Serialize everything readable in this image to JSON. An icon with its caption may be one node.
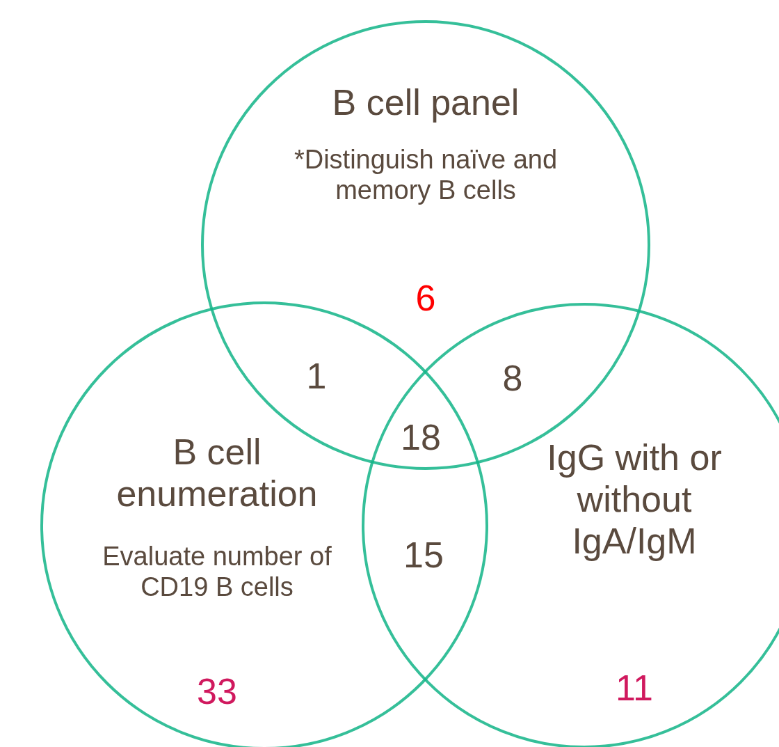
{
  "diagram": {
    "nodes": [
      {
        "text": [
          "B cell panel",
          "*Distinguish naïve and memory B cells"
        ]
      },
      {
        "text": [
          "B cell enumeration",
          "Evaluate number of CD19 B cells"
        ]
      },
      {
        "text": [
          "IgG with or without IgA/IgM"
        ]
      }
    ],
    "edges": [],
    "labels": [
      "6",
      "1",
      "8",
      "18",
      "15",
      "33",
      "11"
    ]
  }
}
